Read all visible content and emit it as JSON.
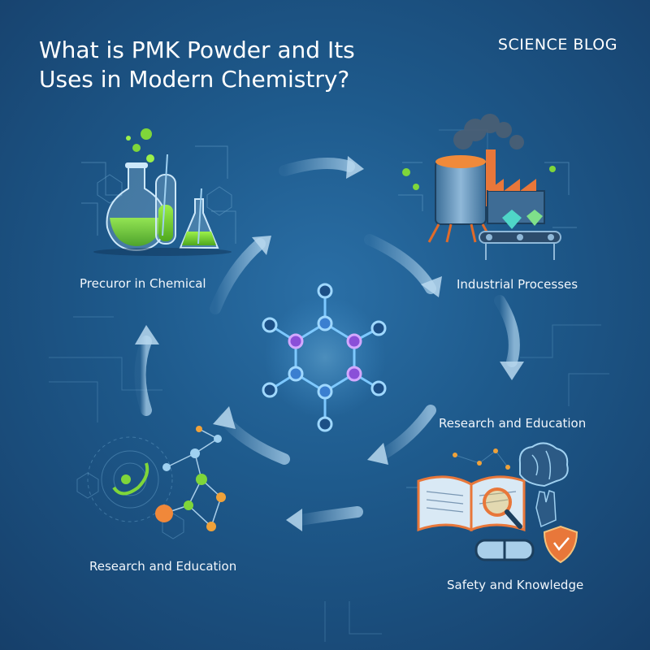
{
  "header": {
    "title_line1": "What is PMK Powder and Its",
    "title_line2": "Uses in Modern Chemistry?",
    "blog_label": "SCIENCE BLOG"
  },
  "labels": {
    "top_left": "Precuror in Chemical",
    "top_right": "Industrial Processes",
    "right": "Research and Education",
    "bottom_left": "Research and Education",
    "bottom_right": "Safety and Knowledge"
  },
  "colors": {
    "background": "#1e5a8c",
    "accent_green": "#7fd63a",
    "molecule_blue": "#59b8ff",
    "molecule_purple": "#b06bff",
    "orange": "#f0883a"
  }
}
